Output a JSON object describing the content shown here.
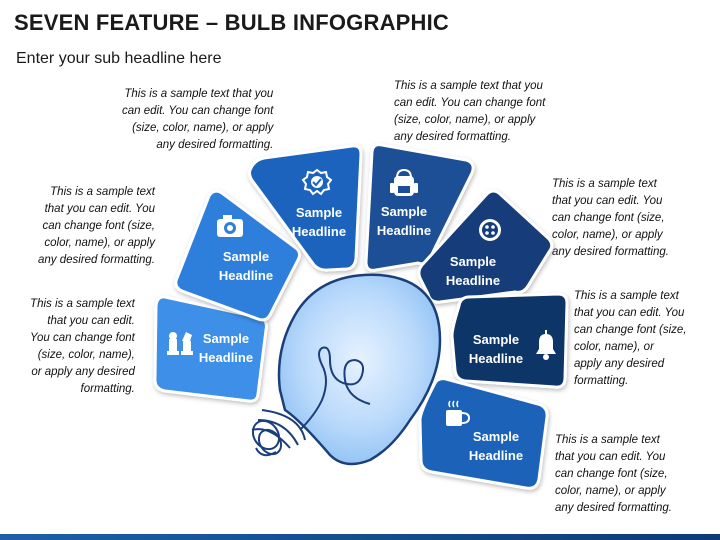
{
  "header": {
    "title": "SEVEN FEATURE – BULB INFOGRAPHIC",
    "subtitle": "Enter your sub headline here"
  },
  "segments": [
    {
      "headline_line1": "Sample",
      "headline_line2": "Headline",
      "icon": "chess-pieces-icon",
      "color": "#3d8fe8"
    },
    {
      "headline_line1": "Sample",
      "headline_line2": "Headline",
      "icon": "camera-icon",
      "color": "#2f7fdc"
    },
    {
      "headline_line1": "Sample",
      "headline_line2": "Headline",
      "icon": "badge-check-icon",
      "color": "#1c64be"
    },
    {
      "headline_line1": "Sample",
      "headline_line2": "Headline",
      "icon": "backpack-icon",
      "color": "#1a4f96"
    },
    {
      "headline_line1": "Sample",
      "headline_line2": "Headline",
      "icon": "button-icon",
      "color": "#123e7a"
    },
    {
      "headline_line1": "Sample",
      "headline_line2": "Headline",
      "icon": "bell-icon",
      "color": "#0e3468"
    },
    {
      "headline_line1": "Sample",
      "headline_line2": "Headline",
      "icon": "hot-cup-icon",
      "color": "#1a62b8"
    }
  ],
  "descriptions": [
    {
      "lines": [
        "This is a sample text",
        "that you can edit. You",
        "can change font (size,",
        "color, name), or apply",
        "any desired formatting."
      ]
    },
    {
      "lines": [
        "This is a sample text that you",
        "can edit. You can change font",
        "(size, color, name), or apply",
        "any desired formatting."
      ]
    },
    {
      "lines": [
        "This is a sample text that you",
        "can edit. You can change font",
        "(size, color, name), or apply",
        "any desired formatting."
      ]
    },
    {
      "lines": [
        "This is a sample text",
        "that you can edit. You",
        "can change font (size,",
        "color, name), or apply",
        "any desired formatting."
      ]
    },
    {
      "lines": [
        "This is a sample text",
        "that you can edit. You",
        "can change font (size,",
        "color, name), or",
        "apply any desired",
        "formatting."
      ]
    },
    {
      "lines": [
        "This is a sample text",
        "that you can edit. You",
        "can change font (size,",
        "color, name), or apply",
        "any desired formatting."
      ]
    },
    {
      "lines": [
        "This is a sample text",
        "that you can edit.",
        "You can change font",
        "(size, color, name),",
        "or apply any desired",
        "formatting."
      ]
    }
  ]
}
